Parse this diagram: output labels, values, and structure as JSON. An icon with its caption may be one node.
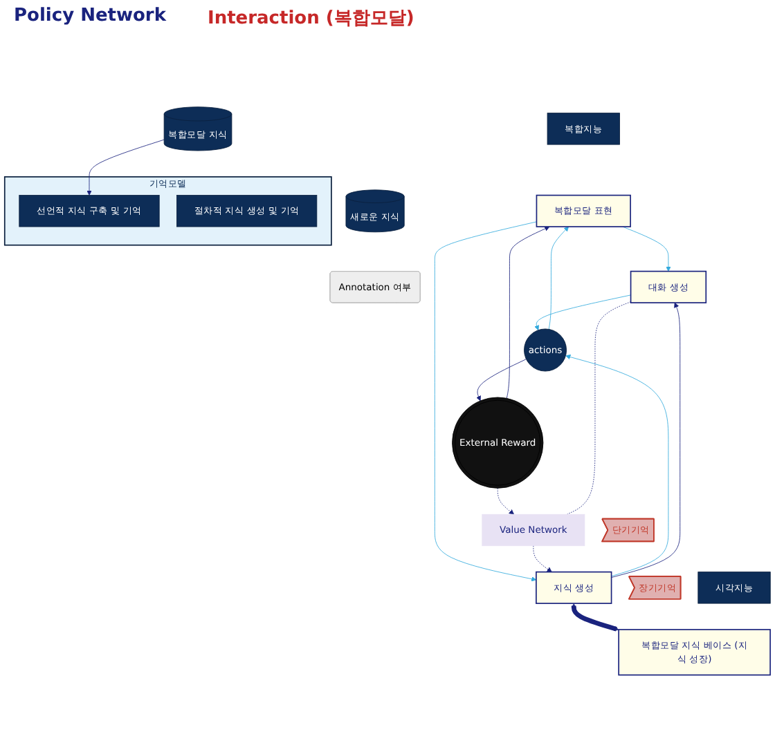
{
  "diagram": {
    "nodes": [
      {
        "text": [
          "기억모델"
        ]
      },
      {
        "text": [
          "선언적 지식 구축 및 기억"
        ],
        "in": 0
      },
      {
        "text": [
          "절차적 지식 생성 및 기억"
        ],
        "in": 0
      },
      {
        "text": [
          "복합모달 지식"
        ]
      },
      {
        "text": [
          "새로운 지식"
        ]
      },
      {
        "text": [
          "Annotation 여부"
        ]
      },
      {
        "text": [
          "복합지능"
        ]
      },
      {
        "text": [
          "복합모달 표현"
        ]
      },
      {
        "text": [
          "대화 생성"
        ]
      },
      {
        "text": [
          "지식 생성"
        ]
      },
      {
        "text": [
          "actions"
        ]
      },
      {
        "text": [
          "External Reward"
        ]
      },
      {
        "text": [
          "Value Network"
        ]
      },
      {
        "text": [
          "단기기억"
        ]
      },
      {
        "text": [
          "장기기억"
        ]
      },
      {
        "text": [
          "복합모달 지식 베이스 (지식 성장)"
        ]
      },
      {
        "text": [
          "시각지능"
        ]
      }
    ],
    "edges": [
      {
        "from": 3,
        "to": 1,
        "arrow": "to"
      },
      {
        "from": 10,
        "to": 11,
        "arrow": "to"
      },
      {
        "from": 11,
        "to": 7,
        "arrow": "to"
      },
      {
        "from": 10,
        "to": 7,
        "arrow": "to",
        "color": "#33aadd"
      },
      {
        "from": 7,
        "to": 8,
        "arrow": "to",
        "color": "#33aadd"
      },
      {
        "from": 7,
        "to": 9,
        "arrow": "to",
        "color": "#33aadd"
      },
      {
        "from": 8,
        "to": 10,
        "arrow": "to",
        "color": "#33aadd"
      },
      {
        "from": 9,
        "to": 10,
        "arrow": "to",
        "color": "#33aadd"
      },
      {
        "from": 9,
        "to": 8,
        "arrow": "to"
      },
      {
        "from": 9,
        "to": 15,
        "arrow": "both",
        "style": "thick"
      },
      {
        "from": 11,
        "to": 12,
        "arrow": "to",
        "style": "dashed"
      },
      {
        "from": 8,
        "to": 12,
        "arrow": "none",
        "style": "dashed"
      },
      {
        "from": 12,
        "to": 9,
        "arrow": "to",
        "style": "dashed"
      }
    ],
    "labels": [
      "Policy Network",
      "Interaction (복합모달)"
    ]
  }
}
